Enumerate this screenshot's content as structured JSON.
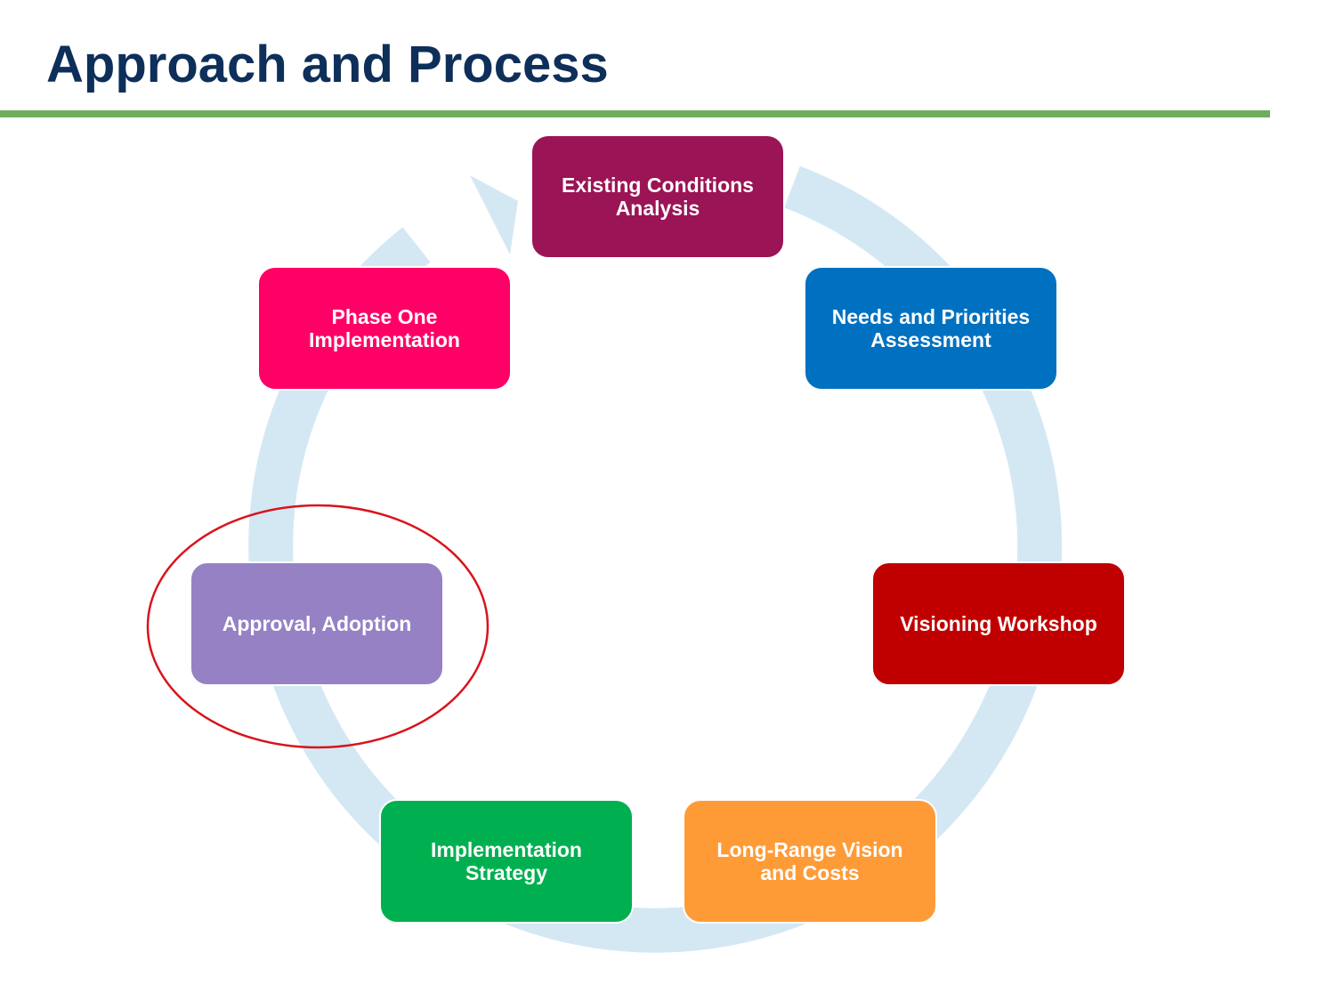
{
  "slide": {
    "title": "Approach and Process"
  },
  "colors": {
    "title_text": "#0d2f5a",
    "title_rule": "#6fad5e",
    "cycle_arrow": "#d4e8f4",
    "highlight_outline": "#d9131b"
  },
  "cycle": {
    "direction": "clockwise",
    "steps": [
      {
        "label": "Existing Conditions\nAnalysis",
        "color": "#9b1455"
      },
      {
        "label": "Needs and Priorities\nAssessment",
        "color": "#0071c0"
      },
      {
        "label": "Visioning Workshop",
        "color": "#c00000"
      },
      {
        "label": "Long-Range Vision\nand Costs",
        "color": "#ff9b37"
      },
      {
        "label": "Implementation\nStrategy",
        "color": "#00b050"
      },
      {
        "label": "Approval, Adoption",
        "color": "#9581c4",
        "highlighted": true
      },
      {
        "label": "Phase One\nImplementation",
        "color": "#ff0066"
      }
    ]
  }
}
